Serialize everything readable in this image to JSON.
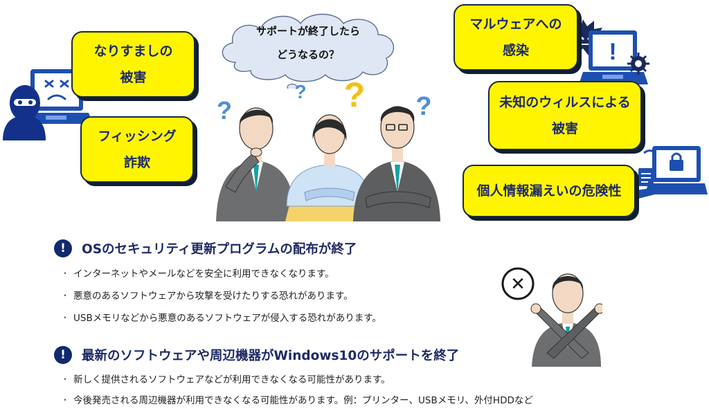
{
  "cloud": {
    "line1": "サポートが終了したら",
    "line2": "どうなるの？"
  },
  "risks": {
    "impersonation": {
      "line1": "なりすましの",
      "line2": "被害"
    },
    "phishing": {
      "line1": "フィッシング",
      "line2": "詐欺"
    },
    "malware": {
      "line1": "マルウェアへの",
      "line2": "感染"
    },
    "unknown_virus": {
      "line1": "未知のウィルスによる",
      "line2": "被害"
    },
    "data_leak": {
      "line1": "個人情報漏えいの危険性"
    }
  },
  "sections": [
    {
      "heading": "OSのセキュリティ更新プログラムの配布が終了",
      "bullets": [
        "インターネットやメールなどを安全に利用できなくなります。",
        "悪意のあるソフトウェアから攻撃を受けたりする恐れがあります。",
        "USBメモリなどから悪意のあるソフトウェアが侵入する恐れがあります。"
      ]
    },
    {
      "heading": "最新のソフトウェアや周辺機器がWindows10のサポートを終了",
      "bullets": [
        "新しく提供されるソフトウェアなどが利用できなくなる可能性があります。",
        "今後発売される周辺機器が利用できなくなる可能性があります。例：プリンター、USBメモリ、外付HDDなど"
      ]
    }
  ],
  "marks": {
    "bullet": "・",
    "exclamation": "!",
    "question": "?",
    "cross": "✕"
  },
  "colors": {
    "box_fill": "#fff500",
    "box_text": "#1d2a6b",
    "navy": "#12296e",
    "laptop_blue": "#1d4fb0"
  }
}
